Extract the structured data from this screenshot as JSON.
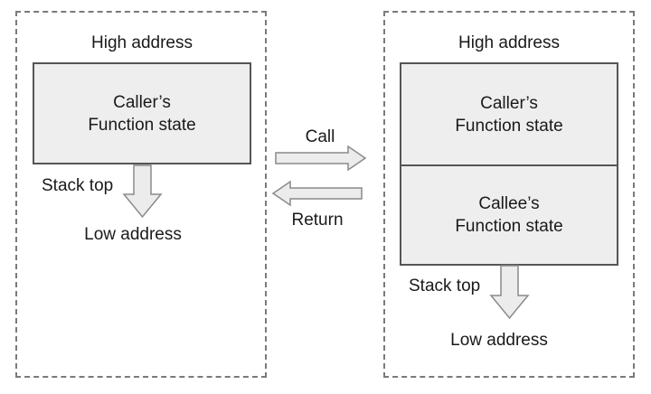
{
  "left_stack": {
    "high_label": "High address",
    "frames": [
      {
        "line1": "Caller’s",
        "line2": "Function state"
      }
    ],
    "stack_top_label": "Stack top",
    "low_label": "Low address"
  },
  "right_stack": {
    "high_label": "High address",
    "frames": [
      {
        "line1": "Caller’s",
        "line2": "Function state"
      },
      {
        "line1": "Callee’s",
        "line2": "Function state"
      }
    ],
    "stack_top_label": "Stack top",
    "low_label": "Low address"
  },
  "transitions": {
    "call_label": "Call",
    "return_label": "Return"
  },
  "colors": {
    "frame_fill": "#eeeeee",
    "frame_border": "#555555",
    "arrow_fill": "#ececec",
    "arrow_stroke": "#8a8a8a",
    "panel_border": "#7a7a7a"
  }
}
